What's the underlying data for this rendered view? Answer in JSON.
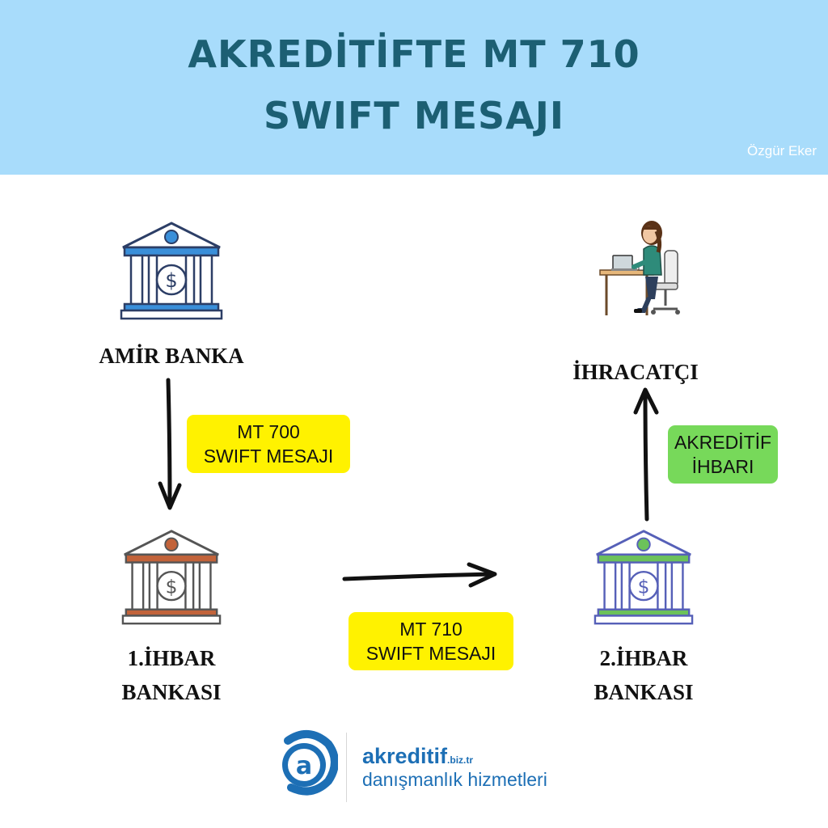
{
  "header": {
    "title_line1": "AKREDİTİFTE MT 710",
    "title_line2": "SWIFT MESAJI",
    "author": "Özgür Eker"
  },
  "nodes": {
    "issuing_bank": {
      "label": "AMİR BANKA",
      "icon": "bank-icon",
      "accent": "#3a8fd9"
    },
    "first_advising_bank": {
      "label_line1": "1.İHBAR",
      "label_line2": "BANKASI",
      "icon": "bank-icon",
      "accent": "#c2633a"
    },
    "second_advising_bank": {
      "label_line1": "2.İHBAR",
      "label_line2": "BANKASI",
      "icon": "bank-icon",
      "accent": "#6cc25a"
    },
    "exporter": {
      "label": "İHRACATÇI",
      "icon": "businesswoman-at-desk-icon"
    }
  },
  "messages": {
    "mt700": {
      "line1": "MT 700",
      "line2": "SWIFT MESAJI",
      "color": "#fff200"
    },
    "mt710": {
      "line1": "MT 710",
      "line2": "SWIFT MESAJI",
      "color": "#fff200"
    },
    "advice": {
      "line1": "AKREDİTİF",
      "line2": "İHBARI",
      "color": "#77d95a"
    }
  },
  "logo": {
    "brand": "akreditif",
    "domain": ".biz.tr",
    "tagline": "danışmanlık hizmetleri",
    "icon": "akreditif-logo-icon"
  }
}
